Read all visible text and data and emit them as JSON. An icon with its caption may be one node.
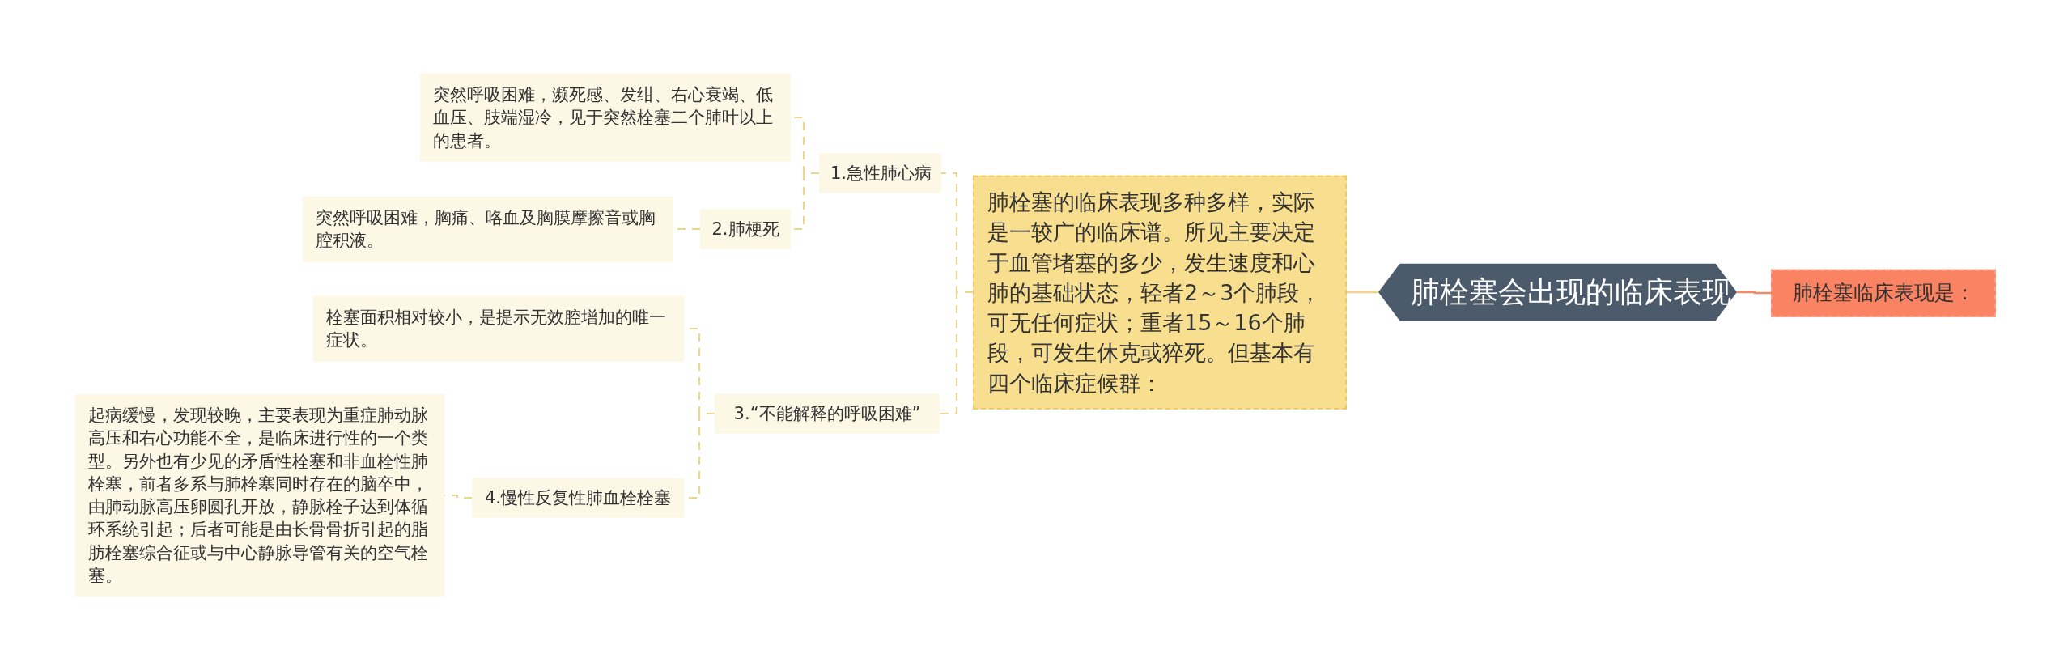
{
  "diagram": {
    "nodes": [
      {
        "text": [
          "肺栓塞会出现的临床表现"
        ]
      },
      {
        "text": [
          "肺栓塞临床表现是："
        ]
      },
      {
        "text": [
          "肺栓塞的临床表现多种多样，实际是一较广的临床谱。所见主要决定于血管堵塞的多少，发生速度和心肺的基础状态，轻者2～3个肺段，可无任何症状；重者15～16个肺段，可发生休克或猝死。但基本有四个临床症候群："
        ]
      },
      {
        "text": [
          "1.急性肺心病"
        ]
      },
      {
        "text": [
          "突然呼吸困难，濒死感、发绀、右心衰竭、低血压、肢端湿冷，见于突然栓塞二个肺叶以上的患者。"
        ]
      },
      {
        "text": [
          "2.肺梗死"
        ]
      },
      {
        "text": [
          "突然呼吸困难，胸痛、咯血及胸膜摩擦音或胸腔积液。"
        ]
      },
      {
        "text": [
          "3.“不能解释的呼吸困难”"
        ]
      },
      {
        "text": [
          "栓塞面积相对较小，是提示无效腔增加的唯一症状。"
        ]
      },
      {
        "text": [
          "4.慢性反复性肺血栓栓塞"
        ]
      },
      {
        "text": [
          "起病缓慢，发现较晚，主要表现为重症肺动脉高压和右心功能不全，是临床进行性的一个类型。另外也有少见的矛盾性栓塞和非血栓性肺栓塞，前者多系与肺栓塞同时存在的脑卒中，由肺动脉高压卵圆孔开放，静脉栓子达到体循环系统引起；后者可能是由长骨骨折引起的脂肪栓塞综合征或与中心静脉导管有关的空气栓塞。"
        ]
      }
    ],
    "edges": [
      {
        "from": 0,
        "to": 1,
        "arrow": "none",
        "color": "#f08a6a"
      },
      {
        "from": 0,
        "to": 2,
        "arrow": "none"
      },
      {
        "from": 2,
        "to": 3,
        "arrow": "none",
        "style": "dashed"
      },
      {
        "from": 2,
        "to": 7,
        "arrow": "none",
        "style": "dashed"
      },
      {
        "from": 3,
        "to": 4,
        "arrow": "none",
        "style": "dashed"
      },
      {
        "from": 3,
        "to": 5,
        "arrow": "none",
        "style": "dashed"
      },
      {
        "from": 5,
        "to": 6,
        "arrow": "none",
        "style": "dashed"
      },
      {
        "from": 7,
        "to": 8,
        "arrow": "none",
        "style": "dashed"
      },
      {
        "from": 7,
        "to": 9,
        "arrow": "none",
        "style": "dashed"
      },
      {
        "from": 9,
        "to": 10,
        "arrow": "none",
        "style": "dashed"
      }
    ]
  }
}
